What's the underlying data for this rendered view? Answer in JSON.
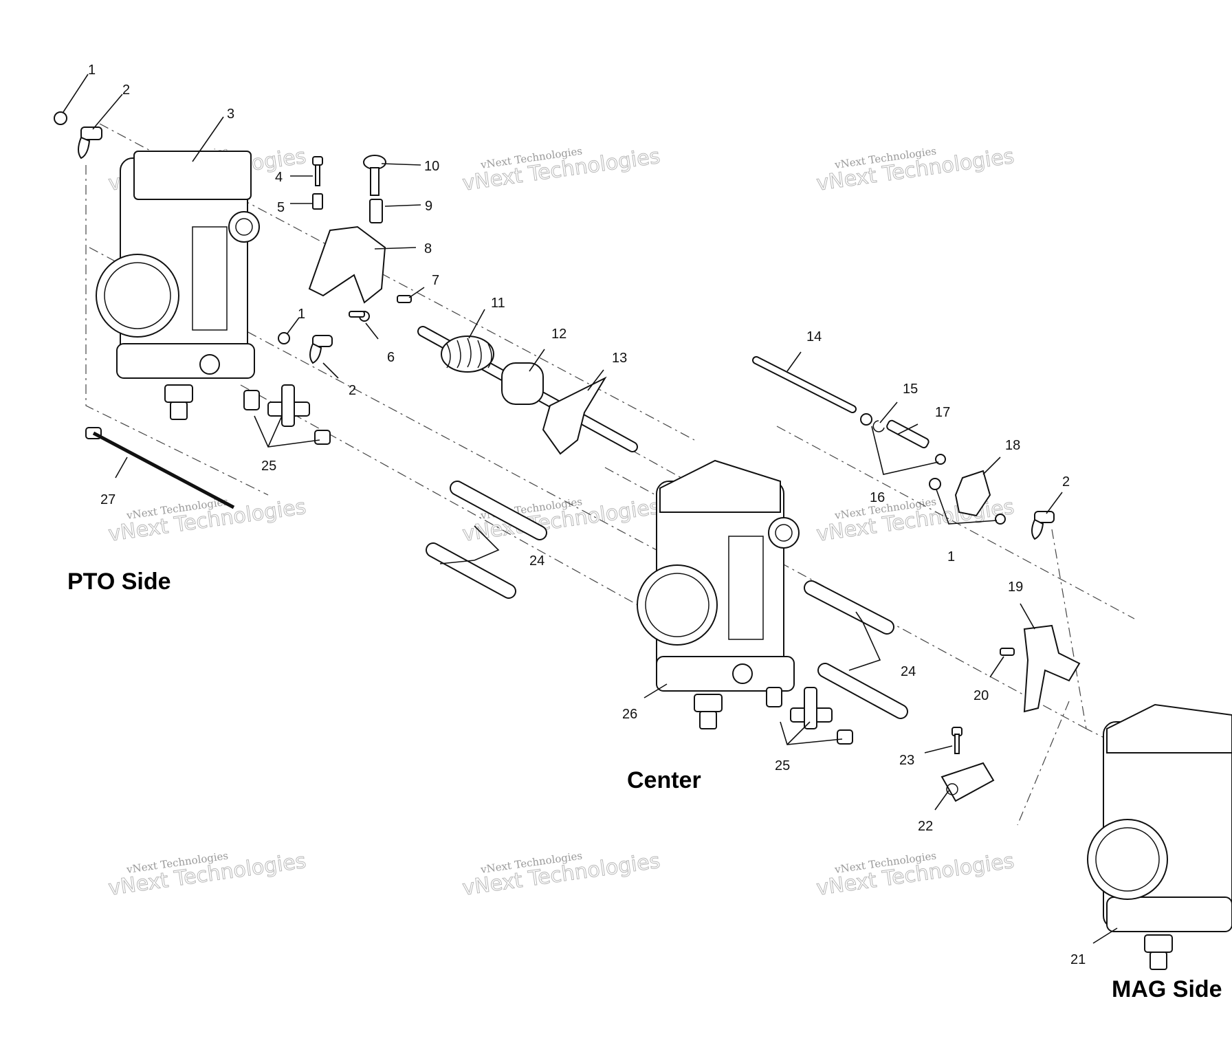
{
  "sections": {
    "pto": "PTO Side",
    "center": "Center",
    "mag": "MAG Side"
  },
  "watermark": {
    "line1": "vNext Technologies",
    "line2": "vNext Technologies"
  },
  "callouts": [
    {
      "id": "c1a",
      "text": "1"
    },
    {
      "id": "c2a",
      "text": "2"
    },
    {
      "id": "c3",
      "text": "3"
    },
    {
      "id": "c4",
      "text": "4"
    },
    {
      "id": "c5",
      "text": "5"
    },
    {
      "id": "c10",
      "text": "10"
    },
    {
      "id": "c9",
      "text": "9"
    },
    {
      "id": "c8",
      "text": "8"
    },
    {
      "id": "c7",
      "text": "7"
    },
    {
      "id": "c1b",
      "text": "1"
    },
    {
      "id": "c6",
      "text": "6"
    },
    {
      "id": "c2b",
      "text": "2"
    },
    {
      "id": "c25a",
      "text": "25"
    },
    {
      "id": "c27",
      "text": "27"
    },
    {
      "id": "c11",
      "text": "11"
    },
    {
      "id": "c12",
      "text": "12"
    },
    {
      "id": "c13",
      "text": "13"
    },
    {
      "id": "c14",
      "text": "14"
    },
    {
      "id": "c15",
      "text": "15"
    },
    {
      "id": "c17",
      "text": "17"
    },
    {
      "id": "c18",
      "text": "18"
    },
    {
      "id": "c16",
      "text": "16"
    },
    {
      "id": "c2c",
      "text": "2"
    },
    {
      "id": "c1c",
      "text": "1"
    },
    {
      "id": "c24a",
      "text": "24"
    },
    {
      "id": "c24b",
      "text": "24"
    },
    {
      "id": "c19",
      "text": "19"
    },
    {
      "id": "c20",
      "text": "20"
    },
    {
      "id": "c26",
      "text": "26"
    },
    {
      "id": "c25b",
      "text": "25"
    },
    {
      "id": "c23",
      "text": "23"
    },
    {
      "id": "c22",
      "text": "22"
    },
    {
      "id": "c21",
      "text": "21"
    }
  ]
}
